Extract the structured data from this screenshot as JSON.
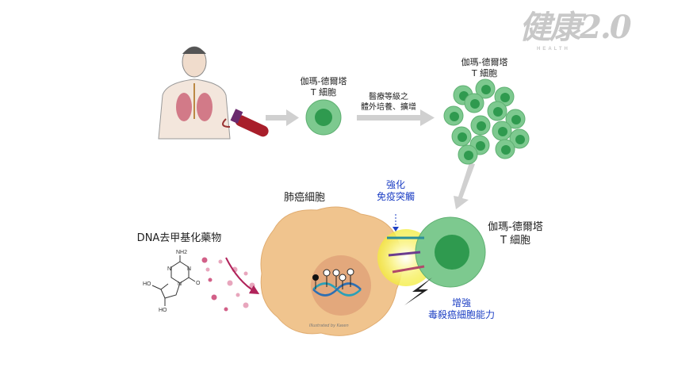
{
  "logo": {
    "text": "健康2.0",
    "sub": "HEALTH"
  },
  "labels": {
    "single_cell": [
      "伽瑪-德爾塔",
      "T 細胞"
    ],
    "process": [
      "醫療等級之",
      "體外培養、擴增"
    ],
    "expanded_cells": [
      "伽瑪-德爾塔",
      "T 細胞"
    ],
    "cancer_cell": "肺癌細胞",
    "drug": "DNA去甲基化藥物",
    "synapse": [
      "強化",
      "免疫突觸"
    ],
    "effector_cell": [
      "伽瑪-德爾塔",
      "T 細胞"
    ],
    "killing": [
      "增強",
      "毒殺癌細胞能力"
    ],
    "molecule": {
      "nh2": "NH2",
      "ho1": "HO",
      "ho2": "HO",
      "o": "O",
      "n1": "N",
      "n2": "N",
      "n3": "N"
    },
    "credit": "Illustrated by Kasen"
  },
  "colors": {
    "cell_light": "#7dc98f",
    "cell_dark": "#2f9a4f",
    "cancer": "#f0c48e",
    "accent_blue": "#1d3fc4",
    "arrow": "#cfcfcf"
  }
}
